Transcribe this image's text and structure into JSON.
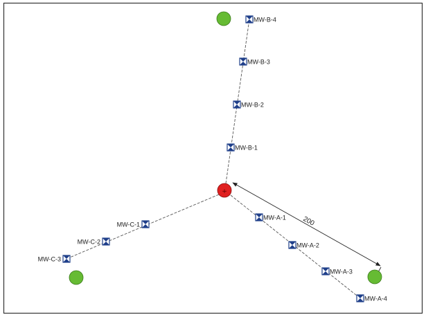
{
  "colors": {
    "border": "#333333",
    "source_fill": "#e02020",
    "reference_fill": "#66bb33",
    "well_fill": "#1f3f8a",
    "line": "#555555"
  },
  "source": {
    "icon": "red-circle-source",
    "marker": "+"
  },
  "dimension": {
    "label": "200"
  },
  "wells": [
    {
      "id": "MW-A-1",
      "label": "MW-A-1"
    },
    {
      "id": "MW-A-2",
      "label": "MW-A-2"
    },
    {
      "id": "MW-A-3",
      "label": "MW-A-3"
    },
    {
      "id": "MW-A-4",
      "label": "MW-A-4"
    },
    {
      "id": "MW-B-1",
      "label": "MW-B-1"
    },
    {
      "id": "MW-B-2",
      "label": "MW-B-2"
    },
    {
      "id": "MW-B-3",
      "label": "MW-B-3"
    },
    {
      "id": "MW-B-4",
      "label": "MW-B-4"
    },
    {
      "id": "MW-C-1",
      "label": "MW-C-1"
    },
    {
      "id": "MW-C-2",
      "label": "MW-C-2"
    },
    {
      "id": "MW-C-3",
      "label": "MW-C-3"
    }
  ],
  "reference_points": [
    {
      "id": "ref-north"
    },
    {
      "id": "ref-southwest"
    },
    {
      "id": "ref-southeast"
    }
  ]
}
